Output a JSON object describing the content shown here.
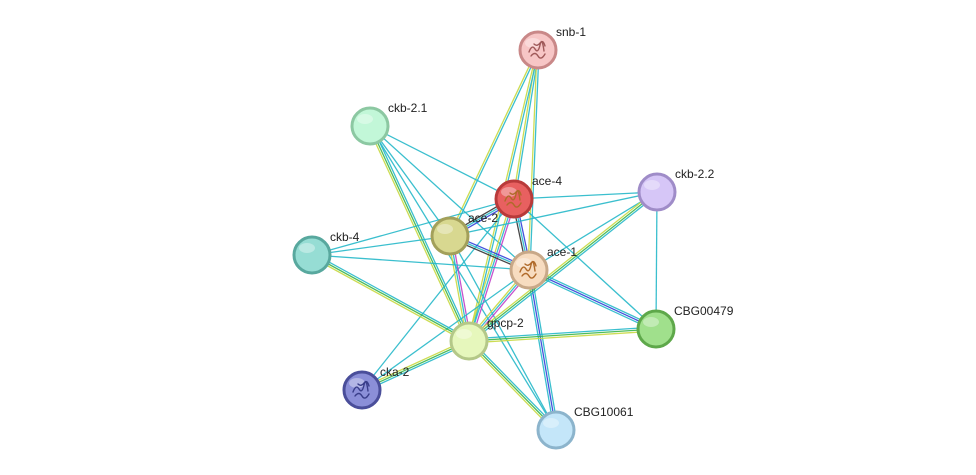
{
  "network": {
    "edge_colors": {
      "cyan": "#26b8c9",
      "yellow": "#c8d840",
      "green": "#3bb54a",
      "blue": "#3040d8",
      "magenta": "#c040c8",
      "black": "#333333"
    },
    "nodes": [
      {
        "id": "snb-1",
        "label": "snb-1",
        "fill": "#f7c6c6",
        "stroke": "#c98888",
        "icon": "protein-structure-icon"
      },
      {
        "id": "ckb-2.1",
        "label": "ckb-2.1",
        "fill": "#c2f7d8",
        "stroke": "#8cc8a2"
      },
      {
        "id": "ace-4",
        "label": "ace-4",
        "fill": "#e86060",
        "stroke": "#b83a3a",
        "icon": "protein-structure-icon"
      },
      {
        "id": "ckb-2.2",
        "label": "ckb-2.2",
        "fill": "#d6c6f7",
        "stroke": "#9f8cc8"
      },
      {
        "id": "ace-2",
        "label": "ace-2",
        "fill": "#d8d890",
        "stroke": "#a3a05a"
      },
      {
        "id": "ckb-4",
        "label": "ckb-4",
        "fill": "#96ddd4",
        "stroke": "#58a89e"
      },
      {
        "id": "ace-1",
        "label": "ace-1",
        "fill": "#f7dcc0",
        "stroke": "#c8a888",
        "icon": "protein-structure-icon"
      },
      {
        "id": "CBG00479",
        "label": "CBG00479",
        "fill": "#a0e08c",
        "stroke": "#5ea84a"
      },
      {
        "id": "gpcp-2",
        "label": "gpcp-2",
        "fill": "#e6f7bc",
        "stroke": "#b4c888"
      },
      {
        "id": "cka-2",
        "label": "cka-2",
        "fill": "#8b8fd8",
        "stroke": "#4a4e9a",
        "icon": "protein-structure-icon"
      },
      {
        "id": "CBG10061",
        "label": "CBG10061",
        "fill": "#c4e6f9",
        "stroke": "#8cb4cc"
      }
    ],
    "edges": [
      {
        "from": "snb-1",
        "to": "ace-2",
        "colors": [
          "cyan",
          "yellow"
        ]
      },
      {
        "from": "snb-1",
        "to": "ace-4",
        "colors": [
          "cyan",
          "yellow"
        ]
      },
      {
        "from": "snb-1",
        "to": "ace-1",
        "colors": [
          "cyan",
          "yellow"
        ]
      },
      {
        "from": "snb-1",
        "to": "gpcp-2",
        "colors": [
          "cyan",
          "yellow"
        ]
      },
      {
        "from": "ckb-2.1",
        "to": "ace-2",
        "colors": [
          "cyan"
        ]
      },
      {
        "from": "ckb-2.1",
        "to": "ace-4",
        "colors": [
          "cyan"
        ]
      },
      {
        "from": "ckb-2.1",
        "to": "ace-1",
        "colors": [
          "cyan"
        ]
      },
      {
        "from": "ckb-2.1",
        "to": "gpcp-2",
        "colors": [
          "cyan",
          "green",
          "yellow"
        ]
      },
      {
        "from": "ckb-2.1",
        "to": "CBG10061",
        "colors": [
          "cyan"
        ]
      },
      {
        "from": "ace-4",
        "to": "ace-2",
        "colors": [
          "blue",
          "cyan",
          "black"
        ]
      },
      {
        "from": "ace-4",
        "to": "ace-1",
        "colors": [
          "blue",
          "cyan",
          "black"
        ]
      },
      {
        "from": "ace-4",
        "to": "gpcp-2",
        "colors": [
          "magenta",
          "cyan",
          "yellow"
        ]
      },
      {
        "from": "ace-4",
        "to": "ckb-4",
        "colors": [
          "cyan"
        ]
      },
      {
        "from": "ace-4",
        "to": "ckb-2.2",
        "colors": [
          "cyan"
        ]
      },
      {
        "from": "ace-4",
        "to": "CBG00479",
        "colors": [
          "cyan"
        ]
      },
      {
        "from": "ace-4",
        "to": "cka-2",
        "colors": [
          "cyan"
        ]
      },
      {
        "from": "ace-2",
        "to": "ace-1",
        "colors": [
          "blue",
          "cyan",
          "black"
        ]
      },
      {
        "from": "ace-2",
        "to": "gpcp-2",
        "colors": [
          "magenta",
          "cyan",
          "yellow"
        ]
      },
      {
        "from": "ace-2",
        "to": "ckb-2.2",
        "colors": [
          "cyan"
        ]
      },
      {
        "from": "ace-2",
        "to": "ckb-4",
        "colors": [
          "cyan"
        ]
      },
      {
        "from": "ace-2",
        "to": "CBG10061",
        "colors": [
          "cyan"
        ]
      },
      {
        "from": "ace-1",
        "to": "gpcp-2",
        "colors": [
          "magenta",
          "cyan",
          "yellow"
        ]
      },
      {
        "from": "ace-1",
        "to": "CBG00479",
        "colors": [
          "cyan",
          "blue",
          "cyan"
        ]
      },
      {
        "from": "ace-1",
        "to": "CBG10061",
        "colors": [
          "cyan",
          "blue",
          "cyan"
        ]
      },
      {
        "from": "ace-1",
        "to": "ckb-4",
        "colors": [
          "cyan"
        ]
      },
      {
        "from": "ace-1",
        "to": "ckb-2.2",
        "colors": [
          "cyan"
        ]
      },
      {
        "from": "ace-1",
        "to": "cka-2",
        "colors": [
          "cyan"
        ]
      },
      {
        "from": "ckb-2.2",
        "to": "gpcp-2",
        "colors": [
          "cyan",
          "green",
          "yellow"
        ]
      },
      {
        "from": "ckb-2.2",
        "to": "CBG00479",
        "colors": [
          "cyan"
        ]
      },
      {
        "from": "ckb-4",
        "to": "gpcp-2",
        "colors": [
          "cyan",
          "green",
          "yellow"
        ]
      },
      {
        "from": "gpcp-2",
        "to": "CBG00479",
        "colors": [
          "cyan",
          "green",
          "yellow"
        ]
      },
      {
        "from": "gpcp-2",
        "to": "cka-2",
        "colors": [
          "cyan",
          "green",
          "yellow"
        ]
      },
      {
        "from": "gpcp-2",
        "to": "CBG10061",
        "colors": [
          "cyan",
          "green",
          "yellow"
        ]
      }
    ]
  }
}
